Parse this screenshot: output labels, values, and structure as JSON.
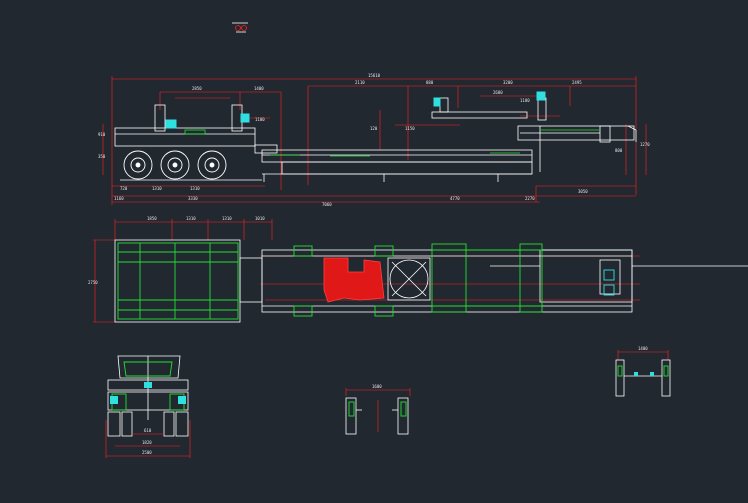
{
  "colors": {
    "background": "#212830",
    "frame": "#ffffff",
    "dimension": "#ff2020",
    "structure": "#22e032",
    "accent": "#30e0e0",
    "fill_red": "#e01818",
    "text": "#e8e8e8"
  },
  "views": {
    "side": {
      "dims": {
        "overall": "15610",
        "top_a": "2850",
        "top_b": "1400",
        "top_c": "2110",
        "top_d": "880",
        "top_e": "3200",
        "top_f": "2495",
        "left_h1": "910",
        "left_h2": "350",
        "mid_a": "2680",
        "mid_b": "1180",
        "mid_c": "1150",
        "mid_d": "120",
        "mid_e": "1100",
        "right_h1": "1270",
        "right_h2": "800",
        "bot_a": "720",
        "bot_b": "1310",
        "bot_c": "1310",
        "bot_d": "3050",
        "base_a": "1160",
        "base_b": "3330",
        "base_c": "7060",
        "base_d": "4770",
        "base_e": "2270"
      }
    },
    "plan": {
      "dims": {
        "a": "1850",
        "b": "1310",
        "c": "1310",
        "d": "1010",
        "left_h": "2750"
      }
    },
    "front": {
      "dims": {
        "a": "610",
        "b": "1820",
        "c": "2500"
      }
    },
    "section_a": {
      "dims": {
        "a": "1600"
      }
    },
    "section_b": {
      "dims": {
        "a": "1400"
      }
    }
  }
}
